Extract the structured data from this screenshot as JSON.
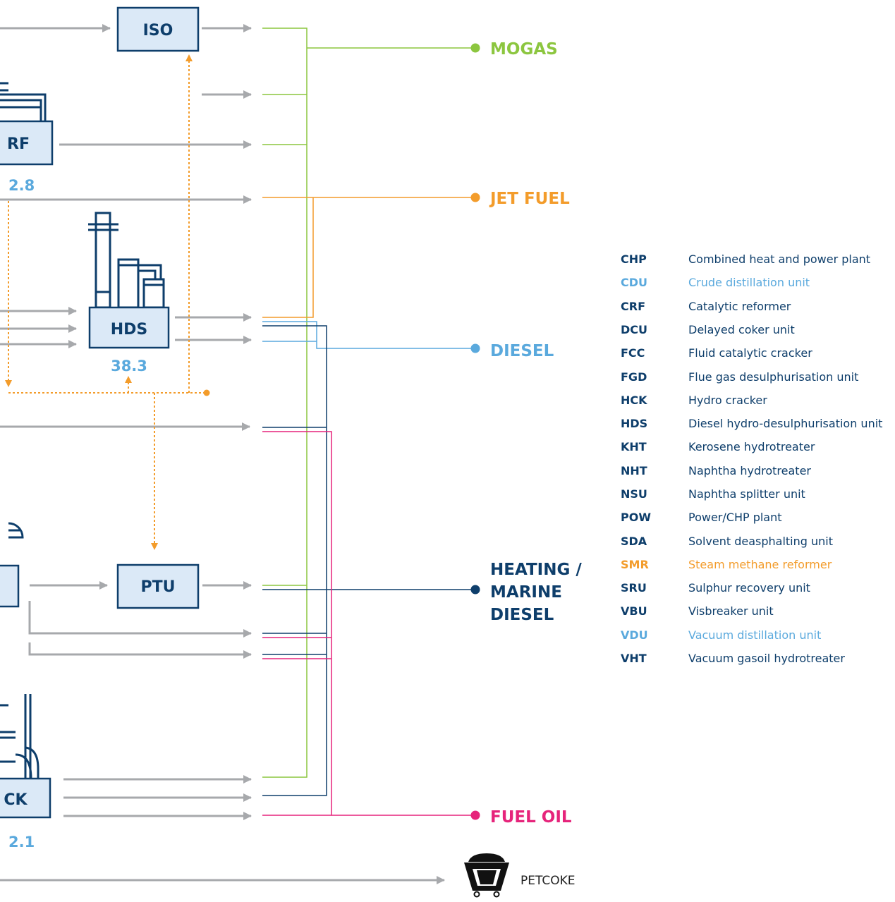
{
  "colors": {
    "navy": "#0e3e6b",
    "light_blue": "#5aa9dd",
    "green": "#8cc63f",
    "orange": "#f39c2b",
    "magenta": "#e6247b",
    "grey": "#a7a9ac",
    "box_fill": "#dbe9f7"
  },
  "units": {
    "iso": "ISO",
    "crf": "RF",
    "hds": "HDS",
    "ptu": "PTU",
    "hck": "CK"
  },
  "values": {
    "crf": "2.8",
    "hds": "38.3",
    "hck": "2.1"
  },
  "products": [
    {
      "label": "MOGAS",
      "color": "#8cc63f",
      "icon": "dot-icon"
    },
    {
      "label": "JET FUEL",
      "color": "#f39c2b",
      "icon": "dot-icon"
    },
    {
      "label": "DIESEL",
      "color": "#5aa9dd",
      "icon": "dot-icon"
    },
    {
      "label_lines": [
        "HEATING /",
        "MARINE",
        "DIESEL"
      ],
      "color": "#0e3e6b",
      "icon": "dot-icon"
    },
    {
      "label": "FUEL OIL",
      "color": "#e6247b",
      "icon": "dot-icon"
    }
  ],
  "petcoke": {
    "label": "PETCOKE",
    "icon": "coke-wagon-icon"
  },
  "legend": [
    {
      "abbr": "CHP",
      "desc": "Combined heat and power plant",
      "color": "#0e3e6b"
    },
    {
      "abbr": "CDU",
      "desc": "Crude distillation unit",
      "color": "#5aa9dd"
    },
    {
      "abbr": "CRF",
      "desc": "Catalytic reformer",
      "color": "#0e3e6b"
    },
    {
      "abbr": "DCU",
      "desc": "Delayed coker unit",
      "color": "#0e3e6b"
    },
    {
      "abbr": "FCC",
      "desc": "Fluid catalytic cracker",
      "color": "#0e3e6b"
    },
    {
      "abbr": "FGD",
      "desc": "Flue gas desulphurisation unit",
      "color": "#0e3e6b"
    },
    {
      "abbr": "HCK",
      "desc": "Hydro cracker",
      "color": "#0e3e6b"
    },
    {
      "abbr": "HDS",
      "desc": "Diesel hydro-desulphurisation unit",
      "color": "#0e3e6b"
    },
    {
      "abbr": "KHT",
      "desc": "Kerosene hydrotreater",
      "color": "#0e3e6b"
    },
    {
      "abbr": "NHT",
      "desc": "Naphtha hydrotreater",
      "color": "#0e3e6b"
    },
    {
      "abbr": "NSU",
      "desc": "Naphtha splitter unit",
      "color": "#0e3e6b"
    },
    {
      "abbr": "POW",
      "desc": "Power/CHP plant",
      "color": "#0e3e6b"
    },
    {
      "abbr": "SDA",
      "desc": "Solvent deasphalting unit",
      "color": "#0e3e6b"
    },
    {
      "abbr": "SMR",
      "desc": "Steam methane reformer",
      "color": "#f39c2b"
    },
    {
      "abbr": "SRU",
      "desc": "Sulphur recovery unit",
      "color": "#0e3e6b"
    },
    {
      "abbr": "VBU",
      "desc": "Visbreaker unit",
      "color": "#0e3e6b"
    },
    {
      "abbr": "VDU",
      "desc": "Vacuum distillation unit",
      "color": "#5aa9dd"
    },
    {
      "abbr": "VHT",
      "desc": "Vacuum gasoil hydrotreater",
      "color": "#0e3e6b"
    }
  ]
}
